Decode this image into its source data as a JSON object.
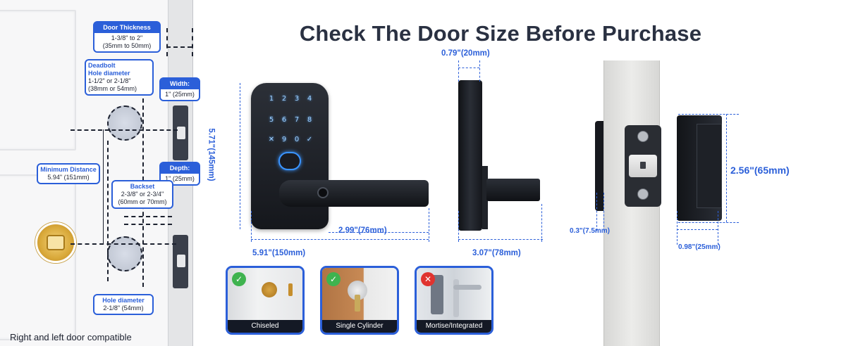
{
  "title": "Check The Door Size Before Purchase",
  "door_specs": {
    "door_thickness": {
      "heading": "Door Thickness",
      "line1": "1-3/8\" to 2\"",
      "line2": "(35mm to 50mm)"
    },
    "deadbolt_hole": {
      "heading1": "Deadbolt",
      "heading2": "Hole diameter",
      "line1": "1-1/2\" or 2-1/8\"",
      "line2": "(38mm or 54mm)"
    },
    "width": {
      "heading": "Width:",
      "value": "1\" (25mm)"
    },
    "depth": {
      "heading": "Depth:",
      "value": "1\" (25mm)"
    },
    "minimum_distance": {
      "heading": "Minimum Distance",
      "value": "5.94\" (151mm)"
    },
    "backset": {
      "heading": "Backset",
      "line1": "2-3/8\" or 2-3/4\"",
      "line2": "(60mm or 70mm)"
    },
    "hole_diameter": {
      "heading": "Hole diameter",
      "value": "2-1/8\" (54mm)"
    },
    "compat_note": "Right and left door compatible"
  },
  "lock_front": {
    "keys": [
      "1",
      "2",
      "3",
      "4",
      "5",
      "6",
      "7",
      "8",
      "9",
      "0",
      "✓",
      "✕"
    ],
    "height_label": "5.71\"(145mm)",
    "lever_label": "2.99\"(76mm)",
    "width_label": "5.91\"(150mm)"
  },
  "lock_side": {
    "thickness_label": "0.79\"(20mm)",
    "depth_label": "3.07\"(78mm)"
  },
  "latch": {
    "height_label": "2.56\"(65mm)",
    "faceplate_label": "0.3\"(7.5mm)",
    "depth_label": "0.98\"(25mm)"
  },
  "check_cards": [
    {
      "label": "Chiseled",
      "status": "ok",
      "icon": "check-icon"
    },
    {
      "label": "Single Cylinder",
      "status": "ok",
      "icon": "check-icon"
    },
    {
      "label": "Mortise/Integrated",
      "status": "no",
      "icon": "cross-icon"
    }
  ],
  "colors": {
    "accent": "#2b5fd9",
    "ok": "#3fb34f",
    "no": "#e0332f",
    "title": "#2a3142"
  }
}
